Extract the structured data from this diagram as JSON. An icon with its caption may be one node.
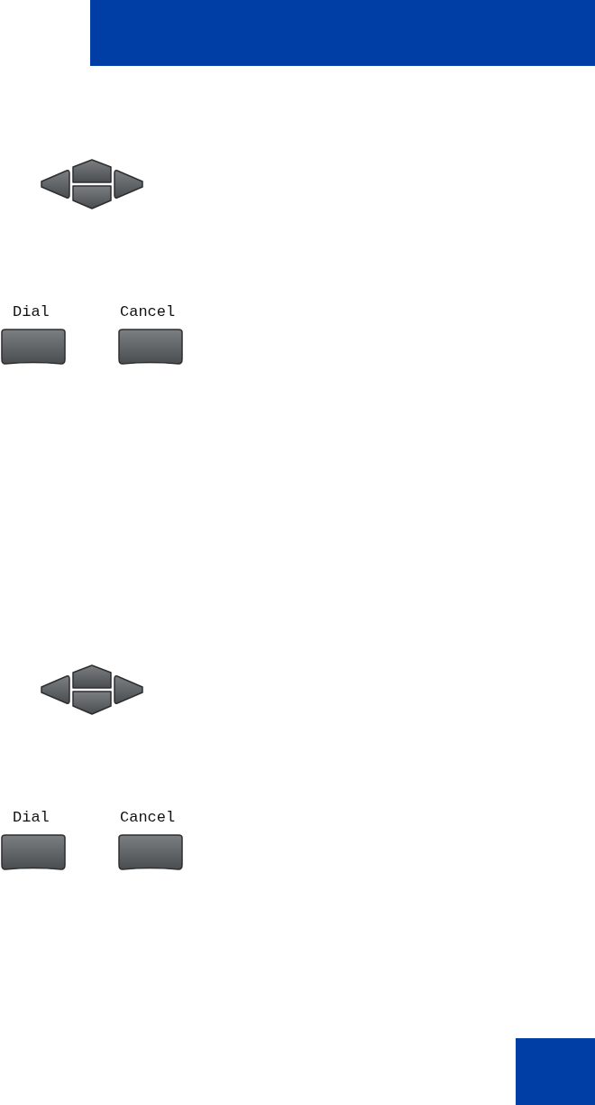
{
  "diagram": {
    "labels": [
      "Dial",
      "Cancel",
      "Dial",
      "Cancel"
    ]
  }
}
